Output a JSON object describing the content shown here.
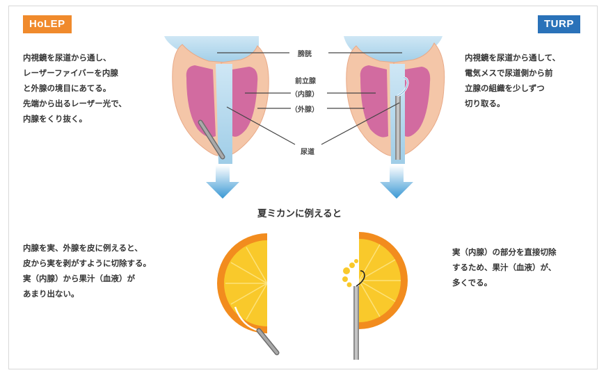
{
  "holep": {
    "badge": "HoLEP",
    "badge_color": "#f08a2c",
    "description": [
      "内視鏡を尿道から通し、",
      "レーザーファイバーを内腺",
      "と外腺の境目にあてる。",
      "先端から出るレーザー光で、",
      "内腺をくり抜く。"
    ],
    "analogy": [
      "内腺を実、外腺を皮に例えると、",
      "皮から実を剥がすように切除する。",
      "実（内腺）から果汁（血液）が",
      "あまり出ない。"
    ]
  },
  "turp": {
    "badge": "TURP",
    "badge_color": "#2a72b9",
    "description": [
      "内視鏡を尿道から通して、",
      "電気メスで尿道側から前",
      "立腺の組織を少しずつ",
      "切り取る。"
    ],
    "analogy": [
      "実（内腺）の部分を直接切除",
      "するため、果汁（血液）が、",
      "多くでる。"
    ]
  },
  "labels": {
    "bladder": "膀胱",
    "prostate": "前立腺",
    "inner": "（内腺）",
    "outer": "（外腺）",
    "urethra": "尿道"
  },
  "comparison_title": "夏ミカンに例えると",
  "colors": {
    "bladder_blue": "#a9d3ea",
    "prostate_skin": "#f4c6a8",
    "inner_gland": "#d26ba0",
    "arrow_blue": "#3a98d4",
    "orange_peel": "#f28c1e",
    "orange_flesh": "#f9c92b"
  }
}
